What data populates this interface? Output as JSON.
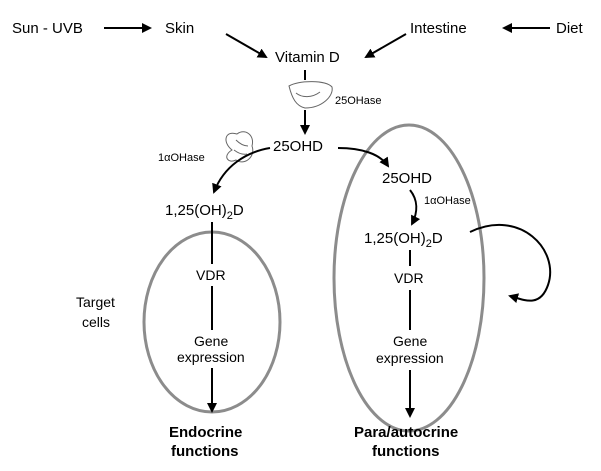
{
  "nodes": {
    "sun_uvb": "Sun - UVB",
    "skin": "Skin",
    "intestine": "Intestine",
    "diet": "Diet",
    "vitamin_d": "Vitamin D",
    "enzyme_25": "25OHase",
    "ohd_top": "25OHD",
    "enzyme_1a_left": "1αOHase",
    "dihydroxy_left_main": "1,25(OH)",
    "dihydroxy_left_sub": "2",
    "dihydroxy_left_end": "D",
    "vdr_left": "VDR",
    "gene_left_1": "Gene",
    "gene_left_2": "expression",
    "target_1": "Target",
    "target_2": "cells",
    "endocrine_1": "Endocrine",
    "endocrine_2": "functions",
    "ohd_right": "25OHD",
    "enzyme_1a_right": "1αOHase",
    "dihydroxy_right_main": "1,25(OH)",
    "dihydroxy_right_sub": "2",
    "dihydroxy_right_end": "D",
    "vdr_right": "VDR",
    "gene_right_1": "Gene",
    "gene_right_2": "expression",
    "para_1": "Para/autocrine",
    "para_2": "functions"
  },
  "colors": {
    "line": "#000000",
    "ellipse": "#8c8c8c",
    "organ": "#666666"
  },
  "icons": {
    "liver": "liver-icon",
    "kidney": "kidney-icon"
  }
}
